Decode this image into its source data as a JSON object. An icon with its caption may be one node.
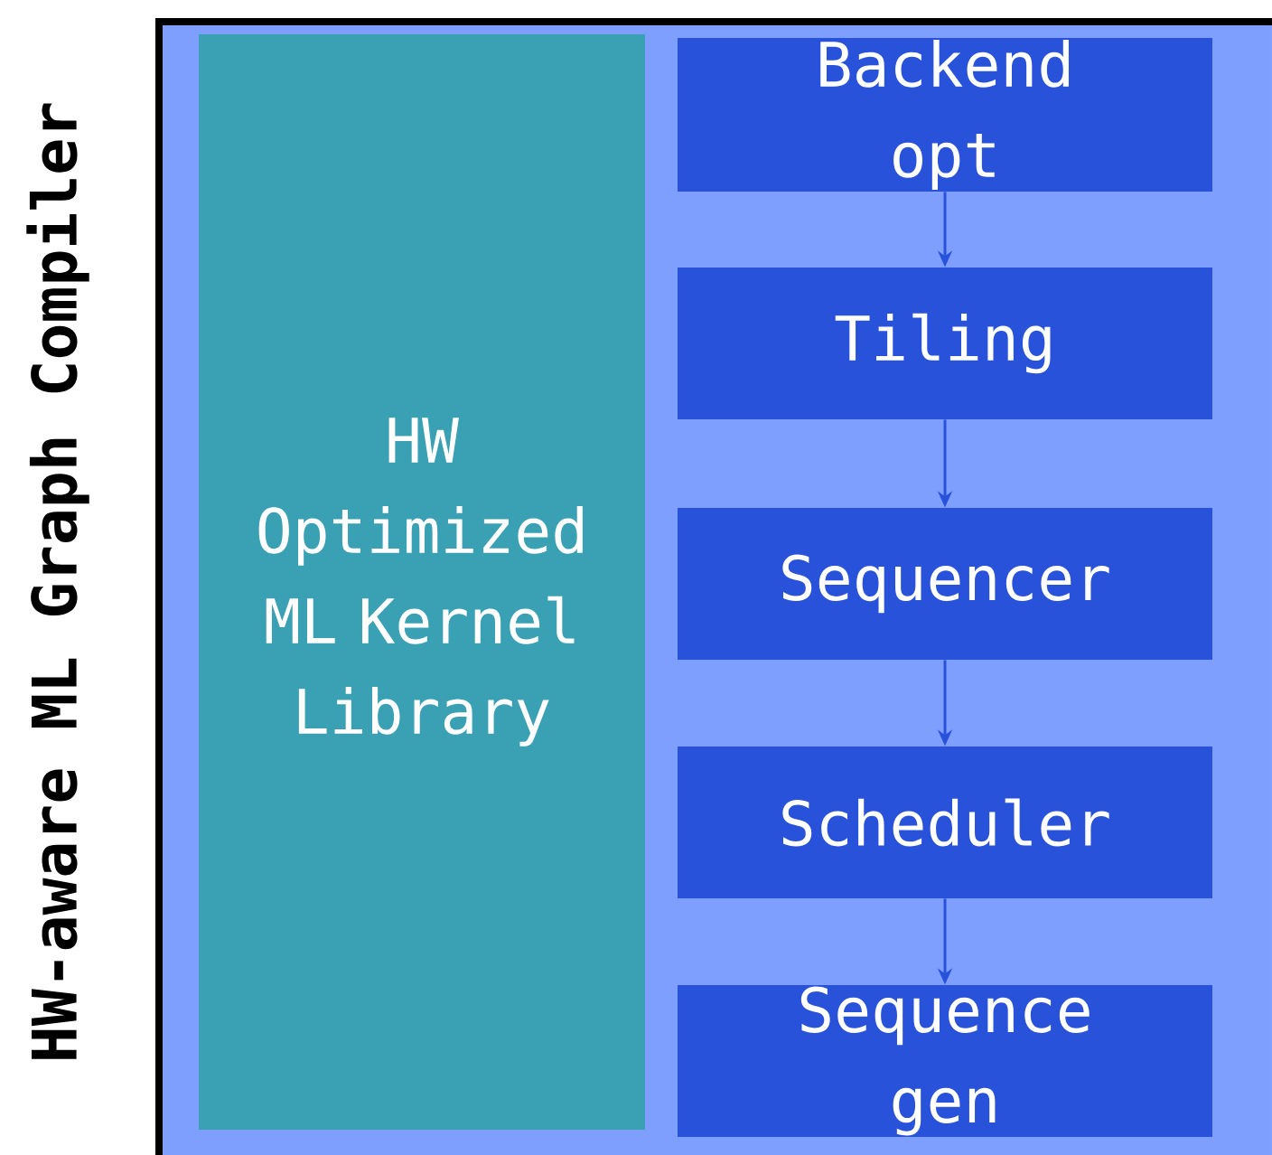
{
  "diagram": {
    "nodes": [
      {
        "text": [
          "HW-aware ML Graph Compiler"
        ]
      },
      {
        "text": [
          "HW Optimized ML Kernel Library"
        ],
        "in": 0
      },
      {
        "text": [
          "Backend opt"
        ],
        "in": 0
      },
      {
        "text": [
          "Tiling"
        ],
        "in": 0
      },
      {
        "text": [
          "Sequencer"
        ],
        "in": 0
      },
      {
        "text": [
          "Scheduler"
        ],
        "in": 0
      },
      {
        "text": [
          "Sequence gen"
        ],
        "in": 0
      }
    ],
    "edges": [
      {
        "from": 2,
        "to": 3,
        "arrow": "to"
      },
      {
        "from": 3,
        "to": 4,
        "arrow": "to"
      },
      {
        "from": 4,
        "to": 5,
        "arrow": "to"
      },
      {
        "from": 5,
        "to": 6,
        "arrow": "to"
      }
    ]
  }
}
